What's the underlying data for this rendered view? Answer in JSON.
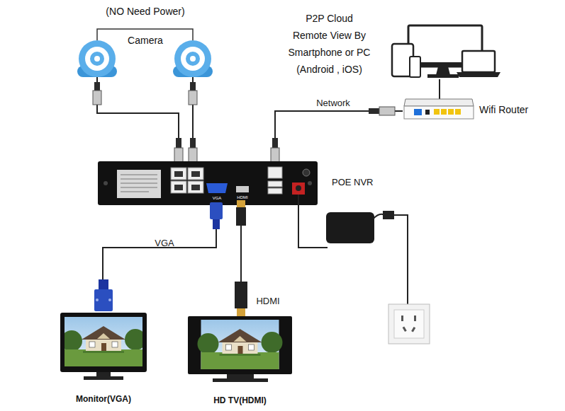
{
  "diagram": {
    "nodes": [
      {
        "text": [
          "(NO Need Power)",
          "Camera"
        ]
      },
      {
        "text": [
          "P2P Cloud Remote View By Smartphone or PC (Android , iOS)"
        ]
      },
      {
        "text": [
          "Wifi Router"
        ]
      },
      {
        "text": [
          "POE NVR"
        ]
      },
      {
        "text": [
          "Monitor(VGA)"
        ]
      },
      {
        "text": [
          "HD TV(HDMI)"
        ]
      }
    ],
    "edges": [
      {
        "from": 0,
        "to": 3,
        "arrow": "none"
      },
      {
        "from": 0,
        "to": 3,
        "arrow": "none"
      },
      {
        "from": 3,
        "to": 2,
        "label": "Network",
        "arrow": "none"
      },
      {
        "from": 2,
        "to": 1,
        "arrow": "none"
      },
      {
        "from": 3,
        "to": 4,
        "label": "VGA",
        "arrow": "none"
      },
      {
        "from": 3,
        "to": 5,
        "label": "HDMI",
        "arrow": "none"
      }
    ],
    "labels": [
      "VGA",
      "HDMI"
    ]
  }
}
